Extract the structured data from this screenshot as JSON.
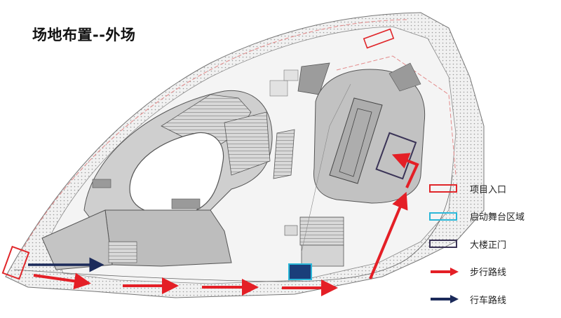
{
  "page": {
    "title": "场地布置--外场"
  },
  "legend": {
    "items": [
      {
        "id": "project-entrance",
        "label": "项目入口",
        "kind": "box",
        "color": "#e0262a"
      },
      {
        "id": "stage-area",
        "label": "启动舞台区域",
        "kind": "box",
        "color": "#2bb7d8"
      },
      {
        "id": "main-gate",
        "label": "大楼正门",
        "kind": "box",
        "color": "#3b3457"
      },
      {
        "id": "walk-route",
        "label": "步行路线",
        "kind": "arrow",
        "color": "#e41f26"
      },
      {
        "id": "drive-route",
        "label": "行车路线",
        "kind": "arrow",
        "color": "#1b2a5a"
      }
    ]
  },
  "map": {
    "colors": {
      "building": "#c8c8c8",
      "building_dark": "#8c8c8c",
      "paving": "#ececec",
      "outline": "#555555",
      "boundary": "#e38a8a"
    }
  }
}
